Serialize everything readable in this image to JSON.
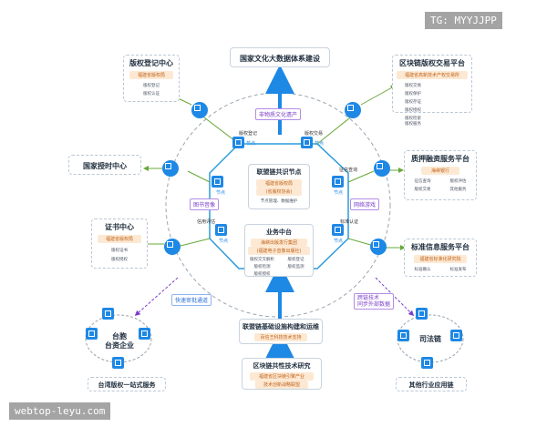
{
  "watermarks": {
    "top": "TG: MYYJJPP",
    "bottom": "webtop-leyu.com"
  },
  "top_center": {
    "title": "国家文化大数据体系建设",
    "tag": "非物质文化遗产"
  },
  "left_top": {
    "title": "版权登记中心",
    "highlight": "福建省版权局",
    "items": [
      "版权登记",
      "版权认证"
    ]
  },
  "right_top": {
    "title": "区块链版权交易平台",
    "highlight": "福建省高新技术产权交易所",
    "items": [
      "版权交易",
      "版权保护",
      "版权存证",
      "版权授权",
      "版权检索",
      "版权服务"
    ]
  },
  "left_mid1": {
    "title": "国家授时中心"
  },
  "right_mid1": {
    "title": "质押融资服务平台",
    "highlight": "海峡银行",
    "items": [
      "征信查询",
      "版权评估",
      "版权交易",
      "其他服务"
    ]
  },
  "left_mid2": {
    "title": "证书中心",
    "highlight": "福建省版权局",
    "items": [
      "版权证书",
      "版权授权"
    ]
  },
  "right_mid2": {
    "title": "标准信息服务平台",
    "highlight": "福建省标准化研究院",
    "items": [
      "标准确认",
      "标准发布"
    ]
  },
  "core_top": {
    "title": "联盟链共识节点",
    "highlight1": "福建省版权局",
    "highlight2": "(省版权协会)",
    "note": "节点管理、数据维护"
  },
  "core_mid": {
    "title": "业务中台",
    "highlight1": "海峡出版发行集团",
    "highlight2": "(福建电子音像出版社)",
    "items": [
      "版权交叉解析",
      "版权登记",
      "版权检测",
      "版权监测",
      "版权授权"
    ]
  },
  "ring_labels": {
    "copyright_register": "版权登记",
    "copyright_trade": "版权交易",
    "credit_query": "征信查询",
    "credit_eval": "信用评估",
    "standard_auth": "标准认证",
    "node": "节点"
  },
  "tags": {
    "library": "图书音像",
    "network_game": "网络游戏",
    "fast_review": "快速审批通道",
    "cross_chain": "跨链技术",
    "sync": "同步外部数据"
  },
  "bottom_infra": {
    "title": "联盟链基础设施构建和运维",
    "highlight": "百信王科技技术支持"
  },
  "bottom_research": {
    "title": "区块链共性技术研究",
    "highlight1": "福建省区块链引擎产业",
    "highlight2": "技术创新战略联盟"
  },
  "bottom_left": {
    "title1": "台胞",
    "title2": "台资企业",
    "caption": "台湾版权一站式服务"
  },
  "bottom_right": {
    "title": "司法链",
    "caption": "其他行业应用链"
  },
  "colors": {
    "blue": "#1e88e5",
    "purple": "#7b3fc9",
    "green": "#67a83a",
    "orange_bg": "#fde9d3"
  }
}
